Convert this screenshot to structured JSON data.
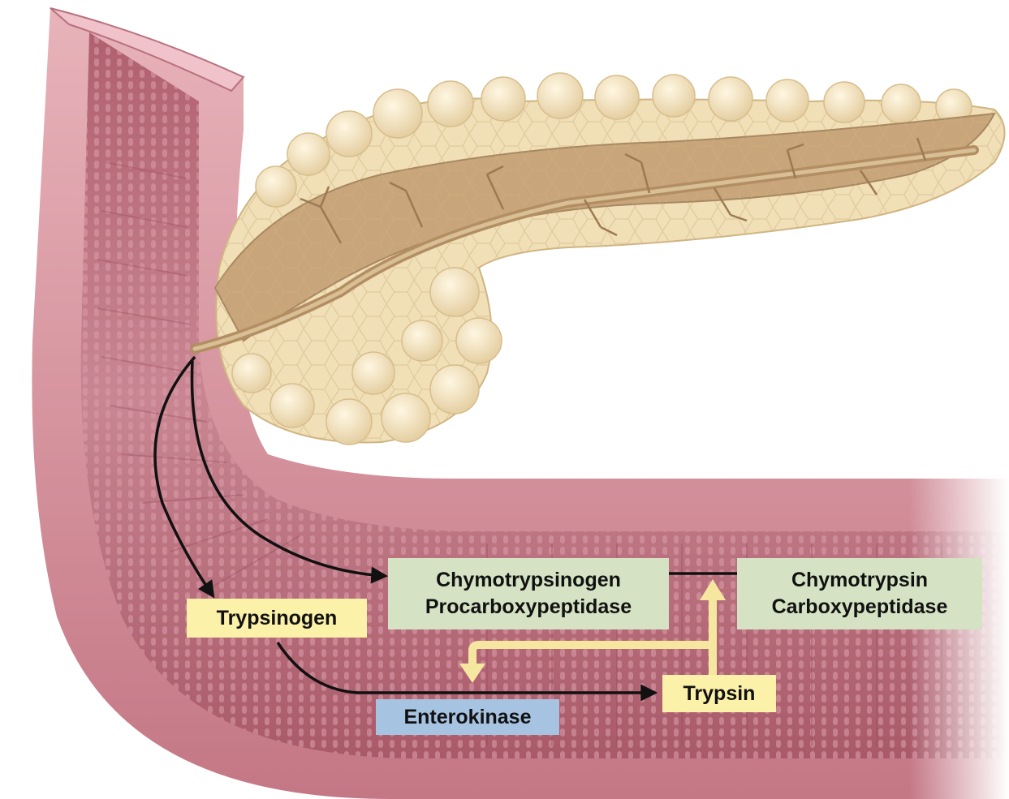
{
  "labels": {
    "trypsinogen": "Trypsinogen",
    "enterokinase": "Enterokinase",
    "trypsin": "Trypsin",
    "zymogens": [
      "Chymotrypsinogen",
      "Procarboxypeptidase"
    ],
    "active_enzymes": [
      "Chymotrypsin",
      "Carboxypeptidase"
    ]
  },
  "colors": {
    "trypsinogen_box": "#fbf1a9",
    "trypsin_box": "#fbf1a9",
    "zymogen_box": "#d5e3c4",
    "active_box": "#d5e3c4",
    "enterokinase_box": "#a7c3e2",
    "trypsin_feedback_arrow": "#f6e7a0",
    "pathway_arrow": "#111111",
    "intestine_wall": "#c97f8c",
    "intestine_lumen": "#b96a7c",
    "pancreas": "#eedcb4",
    "pancreatic_duct": "#c9ab82"
  }
}
